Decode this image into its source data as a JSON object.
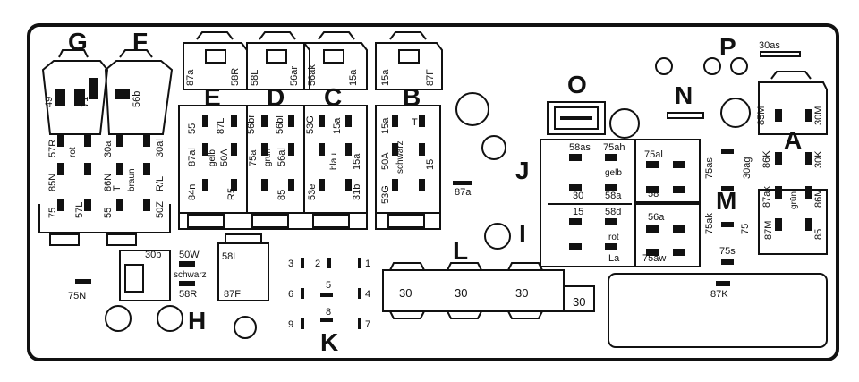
{
  "colors": {
    "ink": "#111111",
    "paper": "#ffffff"
  },
  "section_letters": {
    "G": "G",
    "F": "F",
    "E": "E",
    "D": "D",
    "C": "C",
    "B": "B",
    "O": "O",
    "N": "N",
    "P": "P",
    "A": "A",
    "J": "J",
    "I": "I",
    "M": "M",
    "L": "L",
    "H": "H",
    "K": "K"
  },
  "labels": {
    "l_30as": "30as",
    "l_49": "49",
    "l_71": "71",
    "l_56b": "56b",
    "l_87a_1": "87a",
    "l_58R": "58R",
    "l_58L_top": "58L",
    "l_56ar": "56ar",
    "l_56ak": "56ak",
    "l_15a_top": "15a",
    "l_15a_B": "15a",
    "l_87F_top": "87F",
    "l_55": "55",
    "l_87L": "87L",
    "l_56br": "56br",
    "l_56bl": "56bl",
    "l_53G": "53G",
    "l_15a_C": "15a",
    "l_15a_B2": "15a",
    "l_T_B": "T",
    "l_57R": "57R",
    "l_rot": "rot",
    "l_30a": "30a",
    "l_30al": "30al",
    "l_85N": "85N",
    "l_86N": "86N",
    "l_T_mid": "T",
    "l_braun": "braun",
    "l_RL": "R/L",
    "l_87al": "87al",
    "l_gelb_E": "gelb",
    "l_50A_E": "50A",
    "l_75a_D": "75a",
    "l_grun_D": "grün",
    "l_56al": "56al",
    "l_blau": "blau",
    "l_15a_C2": "15a",
    "l_50A_B": "50A",
    "l_schwarz_B": "schwarz",
    "l_15_B": "15",
    "l_84n": "84n",
    "l_R5": "R5",
    "l_85": "85",
    "l_53e": "53e",
    "l_31b": "31b",
    "l_53G_B": "53G",
    "l_87a_mid": "87a",
    "l_75": "75",
    "l_57L": "57L",
    "l_55_left": "55",
    "l_50Z": "50Z",
    "l_58as": "58as",
    "l_75ah": "75ah",
    "l_gelb_J": "gelb",
    "l_75al": "75al",
    "l_30_J": "30",
    "l_58a": "58a",
    "l_58_J": "58",
    "l_15_I": "15",
    "l_58d": "58d",
    "l_56a": "56a",
    "l_rot_I": "rot",
    "l_La": "La",
    "l_75aw": "75aw",
    "l_85M": "85M",
    "l_30M": "30M",
    "l_75as": "75as",
    "l_30ag": "30ag",
    "l_86K": "86K",
    "l_30K": "30K",
    "l_87ak": "87ak",
    "l_grun_A": "grün",
    "l_86M": "86M",
    "l_87M": "87M",
    "l_85_A": "85",
    "l_75ak": "75ak",
    "l_75_M": "75",
    "l_75s": "75s",
    "l_30b": "30b",
    "l_50W": "50W",
    "l_schwarz_H": "schwarz",
    "l_58R_H": "58R",
    "l_75N": "75N",
    "l_58L_H": "58L",
    "l_87F_H": "87F",
    "k_3": "3",
    "k_2": "2",
    "k_1": "1",
    "k_5": "5",
    "k_6": "6",
    "k_4": "4",
    "k_8": "8",
    "k_9": "9",
    "k_7": "7",
    "l_30_1": "30",
    "l_30_2": "30",
    "l_30_3": "30",
    "l_30_4": "30",
    "l_87K": "87K"
  }
}
